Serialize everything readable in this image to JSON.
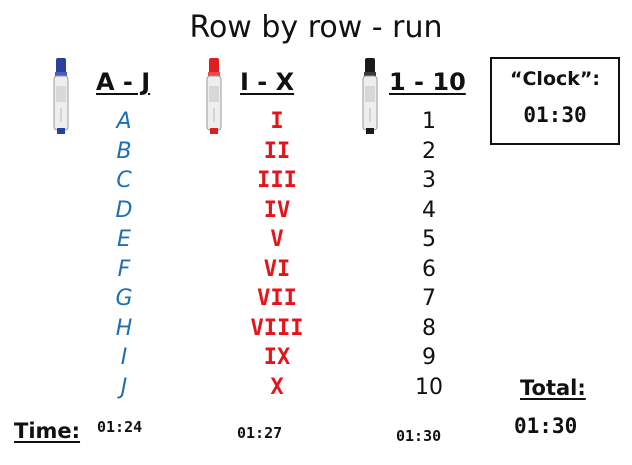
{
  "title": "Row by row - run",
  "columns": [
    {
      "header": "A - J",
      "marker_color": "#2a3f9e",
      "items": [
        "A",
        "B",
        "C",
        "D",
        "E",
        "F",
        "G",
        "H",
        "I",
        "J"
      ],
      "time": "01:24"
    },
    {
      "header": "I - X",
      "marker_color": "#e01e1e",
      "items": [
        "I",
        "II",
        "III",
        "IV",
        "V",
        "VI",
        "VII",
        "VIII",
        "IX",
        "X"
      ],
      "time": "01:27"
    },
    {
      "header": "1 - 10",
      "marker_color": "#1a1a1a",
      "items": [
        "1",
        "2",
        "3",
        "4",
        "5",
        "6",
        "7",
        "8",
        "9",
        "10"
      ],
      "time": "01:30"
    }
  ],
  "clock": {
    "label": "“Clock”:",
    "value": "01:30"
  },
  "time_label": "Time:",
  "total": {
    "label": "Total:",
    "value": "01:30"
  },
  "colors": {
    "letters": "#1f6fb5",
    "roman": "#e5141b",
    "numbers": "#111111"
  }
}
